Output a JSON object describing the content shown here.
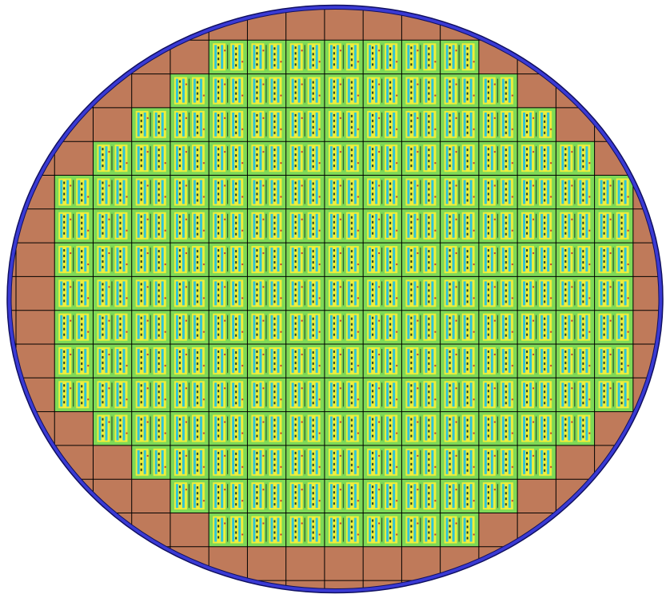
{
  "colors": {
    "background": "#ffffff",
    "wafer_rim": "#3a3ad4",
    "wafer_rim_outline": "#101060",
    "edge_die_fill": "#bf7a5a",
    "grid_line": "#000000",
    "good_die_fill": "#7ed957",
    "pattern_cyan": "#2ec4d8",
    "pattern_yellow": "#f0ee3a",
    "pattern_dark": "#1f3d1f",
    "pattern_red": "#c0392b"
  },
  "wafer": {
    "columns": 17,
    "rows": 17,
    "row_spans_full_dies": [
      [
        5,
        11
      ],
      [
        4,
        12
      ],
      [
        3,
        13
      ],
      [
        2,
        14
      ],
      [
        1,
        15
      ],
      [
        1,
        15
      ],
      [
        1,
        15
      ],
      [
        1,
        15
      ],
      [
        1,
        15
      ],
      [
        1,
        15
      ],
      [
        1,
        15
      ],
      [
        2,
        14
      ],
      [
        3,
        13
      ],
      [
        4,
        12
      ],
      [
        5,
        11
      ]
    ],
    "full_die_row_offset": 1
  }
}
